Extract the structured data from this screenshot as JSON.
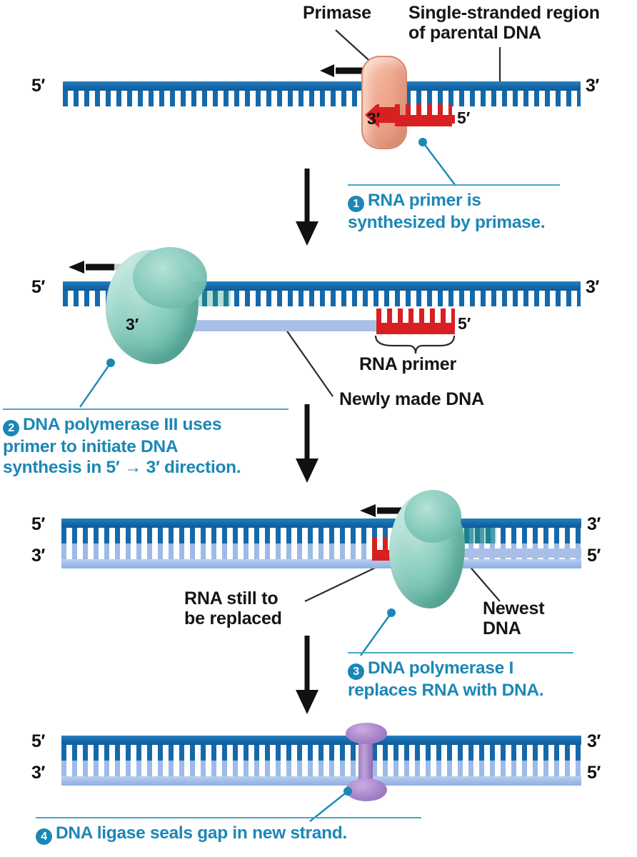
{
  "diagram": {
    "title": "Lagging strand synthesis: RNA primer, DNA polymerase III, DNA polymerase I and DNA ligase",
    "colors": {
      "parental_dna": "#1469ab",
      "new_dna": "#9dbbe6",
      "rna_primer": "#d81f22",
      "primase": "#f0a98f",
      "dna_polymerase": "#76c3b5",
      "dna_ligase": "#9f7cc6",
      "caption_blue": "#1b87b6",
      "label_black": "#151515"
    }
  },
  "panel1": {
    "label_primase": "Primase",
    "label_parental": "Single-stranded region\nof parental DNA",
    "left_end": "5′",
    "right_end": "3′",
    "primer_three_prime": "3′",
    "primer_five_prime": "5′",
    "step_number": "1",
    "step_text": "RNA primer is\nsynthesized by primase."
  },
  "panel2": {
    "left_end": "5′",
    "right_end": "3′",
    "new_strand_three_prime": "3′",
    "primer_five_prime": "5′",
    "label_rna_primer": "RNA primer",
    "label_newly_made": "Newly made DNA",
    "step_number": "2",
    "step_text": "DNA polymerase III uses\nprimer to initiate DNA\nsynthesis in 5′ → 3′ direction."
  },
  "panel3": {
    "top_left_end": "5′",
    "top_right_end": "3′",
    "bottom_left_end": "3′",
    "bottom_right_end": "5′",
    "label_rna_still": "RNA still to\nbe replaced",
    "label_newest_dna": "Newest\nDNA",
    "step_number": "3",
    "step_text": "DNA polymerase I\nreplaces RNA with DNA."
  },
  "panel4": {
    "top_left_end": "5′",
    "top_right_end": "3′",
    "bottom_left_end": "3′",
    "bottom_right_end": "5′",
    "step_number": "4",
    "step_text": "DNA ligase seals gap in new strand."
  }
}
